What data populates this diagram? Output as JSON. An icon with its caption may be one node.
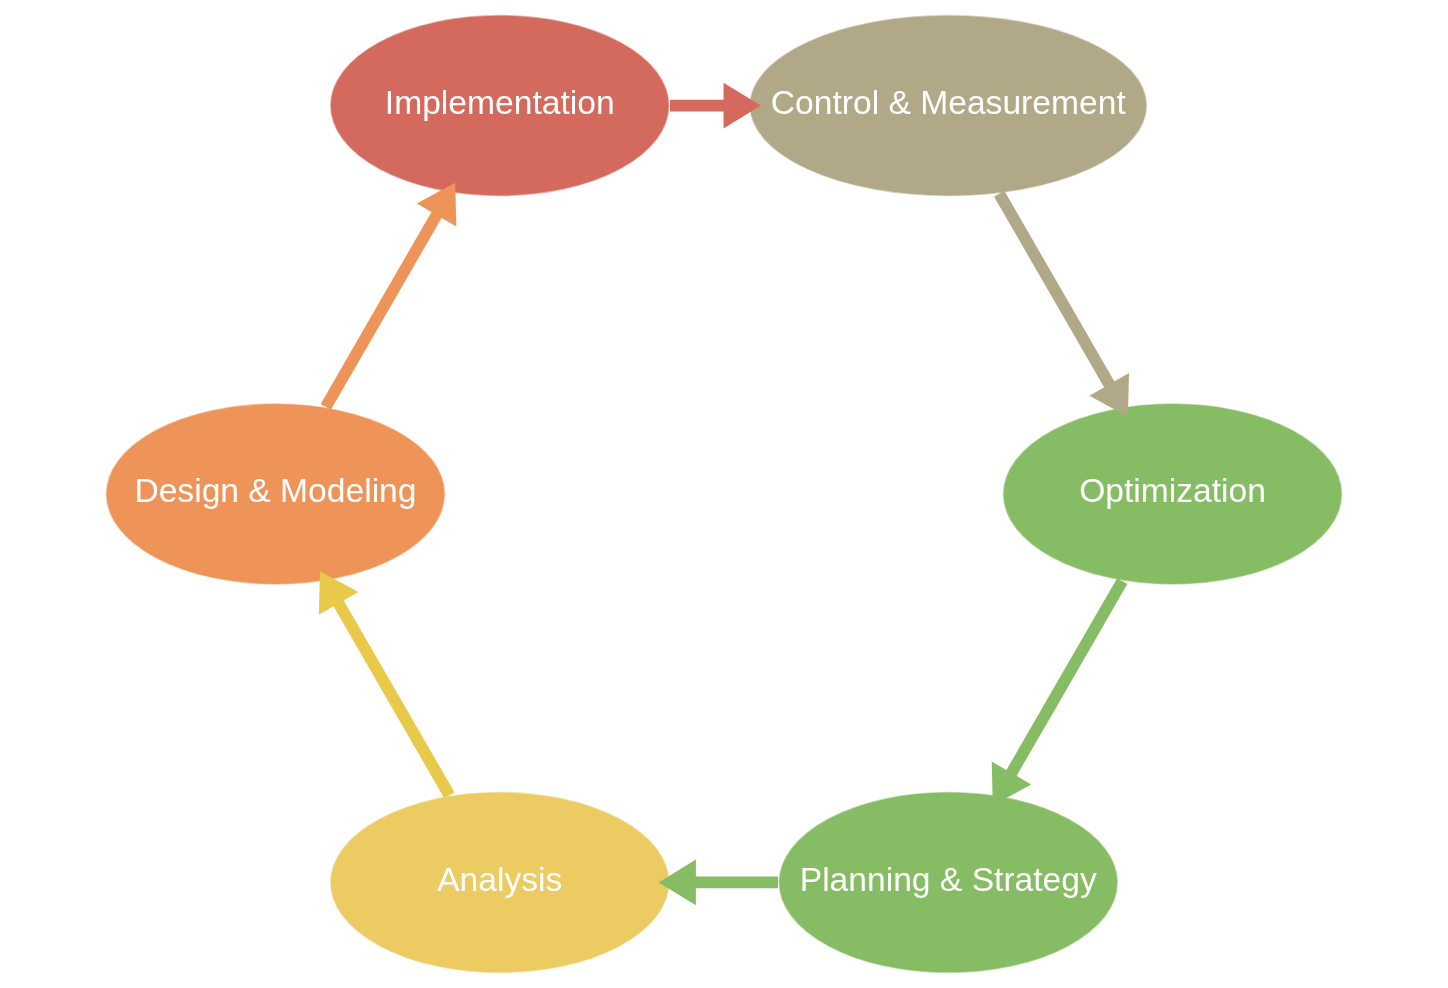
{
  "diagram": {
    "nodes": [
      {
        "text": [
          "Planning & Strategy"
        ]
      },
      {
        "text": [
          "Analysis"
        ]
      },
      {
        "text": [
          "Design & Modeling"
        ]
      },
      {
        "text": [
          "Implementation"
        ]
      },
      {
        "text": [
          "Control & Measurement"
        ]
      },
      {
        "text": [
          "Optimization"
        ]
      }
    ],
    "edges": [
      {
        "from": 0,
        "to": 1,
        "arrow": "to",
        "color": "#86bc63"
      },
      {
        "from": 1,
        "to": 2,
        "arrow": "to",
        "color": "#e8c94a"
      },
      {
        "from": 2,
        "to": 3,
        "arrow": "to",
        "color": "#ee9459"
      },
      {
        "from": 3,
        "to": 4,
        "arrow": "to",
        "color": "#d4695e"
      },
      {
        "from": 4,
        "to": 5,
        "arrow": "to",
        "color": "#b1a887"
      },
      {
        "from": 5,
        "to": 0,
        "arrow": "to",
        "color": "#86bc63"
      }
    ]
  }
}
